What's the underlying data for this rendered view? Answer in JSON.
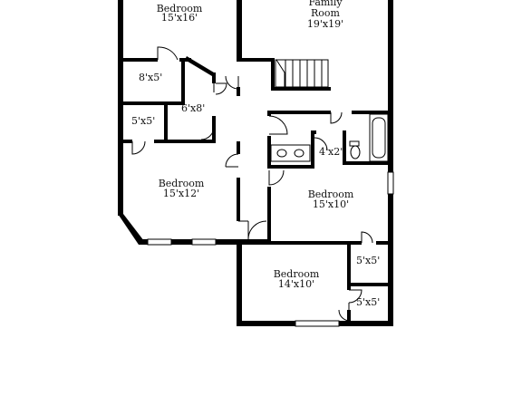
{
  "rooms": {
    "bedroom_top": {
      "name": "Bedroom",
      "dims": "15'x16'"
    },
    "family_room": {
      "name_line1": "Family",
      "name_line2": "Room",
      "dims": "19'x19'"
    },
    "closet_8x5": {
      "dims": "8'x5'"
    },
    "closet_5x5_left": {
      "dims": "5'x5'"
    },
    "hall_6x8": {
      "dims": "6'x8'"
    },
    "bath_4x2": {
      "dims": "4'x2'"
    },
    "bedroom_left": {
      "name": "Bedroom",
      "dims": "15'x12'"
    },
    "bedroom_right": {
      "name": "Bedroom",
      "dims": "15'x10'"
    },
    "closet_5x5_right": {
      "dims": "5'x5'"
    },
    "bedroom_bottom": {
      "name": "Bedroom",
      "dims": "14'x10'"
    },
    "closet_5x5_bottom": {
      "dims": "5'x5'"
    }
  }
}
